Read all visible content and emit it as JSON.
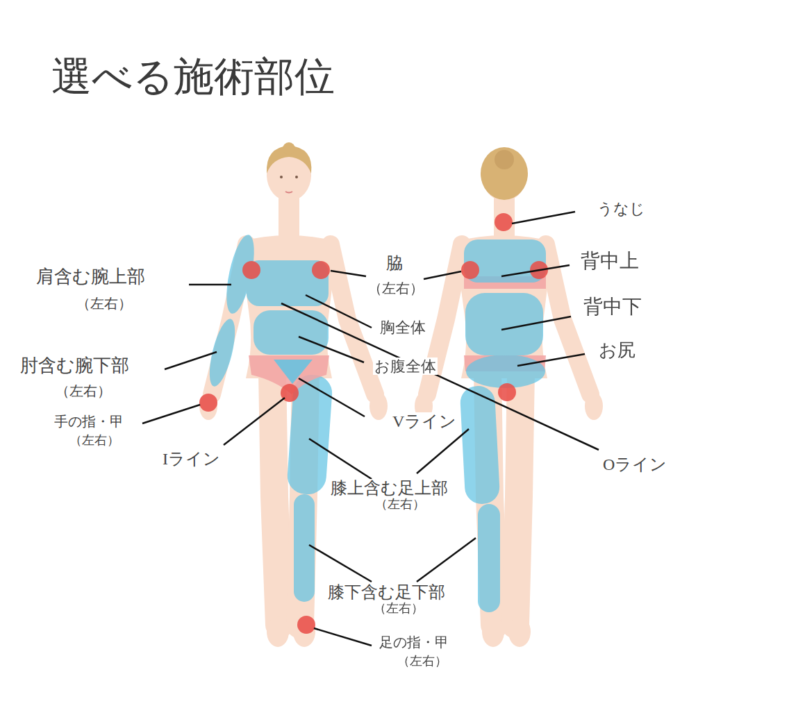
{
  "diagram": {
    "title": "選べる施術部位",
    "labels": [
      "肩含む腕上部",
      "（左右）",
      "肘含む腕下部",
      "（左右）",
      "手の指・甲",
      "（左右）",
      "Iライン",
      "脇",
      "（左右）",
      "胸全体",
      "お腹全体",
      "Vライン",
      "膝上含む足上部",
      "（左右）",
      "膝下含む足下部",
      "（左右）",
      "足の指・甲",
      "（左右）",
      "うなじ",
      "背中上",
      "背中下",
      "お尻",
      "Oライン"
    ]
  }
}
